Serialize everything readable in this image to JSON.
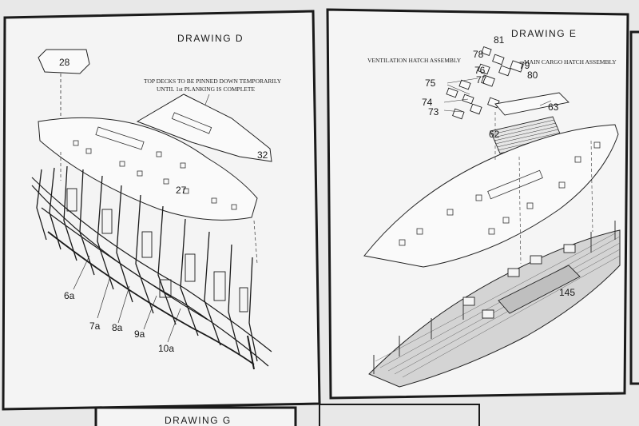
{
  "panels": {
    "d": {
      "title": "DRAWING D",
      "note_line1": "TOP DECKS TO BE PINNED DOWN TEMPORARILY",
      "note_line2": "UNTIL 1st PLANKING IS COMPLETE",
      "parts": {
        "p28": "28",
        "p32": "32",
        "p27": "27",
        "p6a": "6a",
        "p7a": "7a",
        "p8a": "8a",
        "p9a": "9a",
        "p10a": "10a"
      }
    },
    "e": {
      "title": "DRAWING E",
      "vent_label": "VENTILATION HATCH ASSEMBLY",
      "cargo_label": "MAIN CARGO HATCH ASSEMBLY",
      "parts": {
        "p81": "81",
        "p78": "78",
        "p76": "76",
        "p77": "77",
        "p79": "79",
        "p80": "80",
        "p75": "75",
        "p74": "74",
        "p73": "73",
        "p63": "63",
        "p62": "62",
        "p145": "145"
      }
    },
    "g": {
      "title": "DRAWING G"
    }
  },
  "colors": {
    "ink": "#1a1a1a",
    "paper": "#f3f3f3",
    "background": "#dcdcdc"
  }
}
